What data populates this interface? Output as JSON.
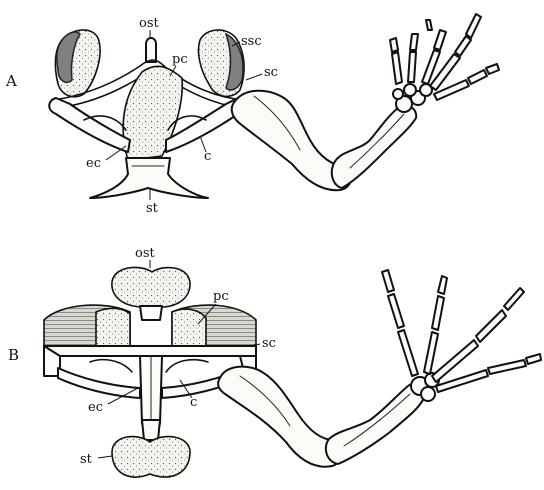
{
  "figure": {
    "panel_a": {
      "letter": "A",
      "labels": {
        "ost": "ost",
        "ssc": "ssc",
        "pc": "pc",
        "sc": "sc",
        "ec": "ec",
        "c": "c",
        "st": "st"
      }
    },
    "panel_b": {
      "letter": "B",
      "labels": {
        "ost": "ost",
        "pc": "pc",
        "sc": "sc",
        "ec": "ec",
        "c": "c",
        "st": "st"
      }
    }
  }
}
